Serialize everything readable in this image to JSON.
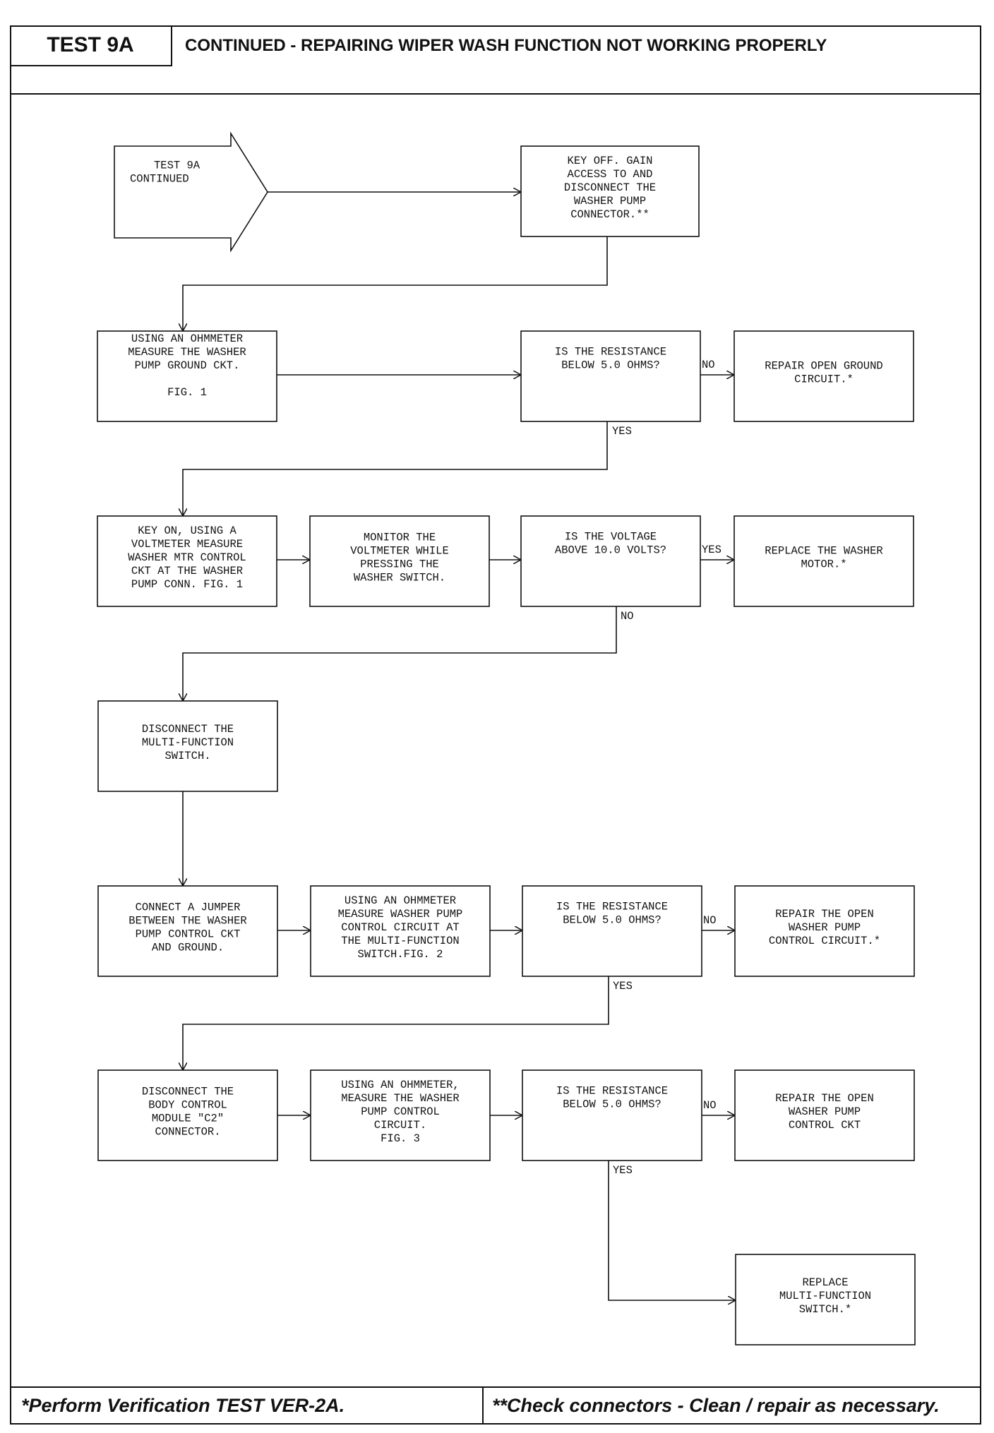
{
  "header": {
    "test_id": "TEST 9A",
    "title": "CONTINUED - REPAIRING WIPER WASH FUNCTION NOT WORKING PROPERLY"
  },
  "footer": {
    "left": "*Perform Verification TEST VER-2A.",
    "right": "**Check connectors - Clean / repair as necessary."
  },
  "flow": {
    "start": {
      "lines": [
        "TEST 9A",
        "CONTINUED"
      ]
    },
    "step_key_off": {
      "lines": [
        "KEY OFF. GAIN",
        "ACCESS TO AND",
        "DISCONNECT THE",
        "WASHER PUMP",
        "CONNECTOR.**"
      ]
    },
    "step_ohm_ground": {
      "lines": [
        "USING AN OHMMETER",
        "MEASURE THE WASHER",
        "PUMP GROUND CKT.",
        "",
        "FIG. 1"
      ]
    },
    "q_resistance_1": {
      "lines": [
        "IS THE RESISTANCE",
        "BELOW 5.0 OHMS?"
      ]
    },
    "fix_ground": {
      "lines": [
        "REPAIR OPEN GROUND",
        "CIRCUIT.*"
      ]
    },
    "step_key_on": {
      "lines": [
        "KEY ON, USING A",
        "VOLTMETER MEASURE",
        "WASHER MTR CONTROL",
        "CKT AT THE WASHER",
        "PUMP CONN. FIG. 1"
      ]
    },
    "step_monitor": {
      "lines": [
        "MONITOR THE",
        "VOLTMETER WHILE",
        "PRESSING THE",
        "WASHER SWITCH."
      ]
    },
    "q_voltage": {
      "lines": [
        "IS THE VOLTAGE",
        "ABOVE 10.0 VOLTS?"
      ]
    },
    "fix_motor": {
      "lines": [
        "REPLACE THE WASHER",
        "MOTOR.*"
      ]
    },
    "step_disconnect_mfs": {
      "lines": [
        "DISCONNECT THE",
        "MULTI-FUNCTION",
        "SWITCH."
      ]
    },
    "step_jumper": {
      "lines": [
        "CONNECT A JUMPER",
        "BETWEEN THE WASHER",
        "PUMP CONTROL CKT",
        "AND GROUND."
      ]
    },
    "step_ohm_mfs": {
      "lines": [
        "USING AN OHMMETER",
        "MEASURE WASHER PUMP",
        "CONTROL CIRCUIT AT",
        "THE MULTI-FUNCTION",
        "SWITCH.FIG. 2"
      ]
    },
    "q_resistance_2": {
      "lines": [
        "IS THE RESISTANCE",
        "BELOW 5.0 OHMS?"
      ]
    },
    "fix_pump_ctrl_1": {
      "lines": [
        "REPAIR THE OPEN",
        "WASHER PUMP",
        "CONTROL CIRCUIT.*"
      ]
    },
    "step_disconnect_bcm": {
      "lines": [
        "DISCONNECT THE",
        "BODY CONTROL",
        "MODULE \"C2\"",
        "CONNECTOR."
      ]
    },
    "step_ohm_bcm": {
      "lines": [
        "USING AN OHMMETER,",
        "MEASURE THE WASHER",
        "PUMP CONTROL",
        "CIRCUIT.",
        "FIG. 3"
      ]
    },
    "q_resistance_3": {
      "lines": [
        "IS THE RESISTANCE",
        "BELOW 5.0 OHMS?"
      ]
    },
    "fix_pump_ctrl_2": {
      "lines": [
        "REPAIR THE OPEN",
        "WASHER PUMP",
        "CONTROL CKT"
      ]
    },
    "fix_mfs": {
      "lines": [
        "REPLACE",
        "MULTI-FUNCTION",
        "SWITCH.*"
      ]
    }
  },
  "labels": {
    "yes": "YES",
    "no": "NO"
  }
}
